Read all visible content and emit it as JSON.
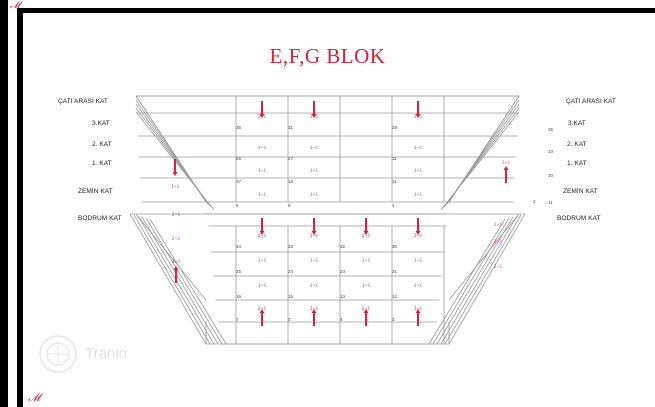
{
  "title": "E,F,G BLOK",
  "floors_left": [
    "ÇATI ARASI KAT",
    "3.KAT",
    "2. KAT",
    "1. KAT",
    "ZEMİN KAT",
    "BODRUM KAT"
  ],
  "floors_right": [
    "ÇATI ARASI KAT",
    "3.KAT",
    "2. KAT",
    "1. KAT",
    "ZEMİN KAT",
    "BODRUM KAT"
  ],
  "watermark": "Tranio",
  "colors": {
    "accent": "#d9213a",
    "unit_pink": "#b8339a",
    "line": "#9a9a9a"
  },
  "units": [
    {
      "t": "2+1",
      "n": "35"
    },
    {
      "t": "2+1",
      "n": "31"
    },
    {
      "t": "2+1",
      "n": "28"
    },
    {
      "t": "1+1",
      "n": "26"
    },
    {
      "t": "1+1",
      "n": "27"
    },
    {
      "t": "1+1",
      "n": "11"
    },
    {
      "t": "1+1",
      "n": "17"
    },
    {
      "t": "1+1",
      "n": "18"
    },
    {
      "t": "1+1",
      "n": "11"
    },
    {
      "t": "1+1",
      "n": "8"
    },
    {
      "t": "1+1",
      "n": "9"
    },
    {
      "t": "1+1",
      "n": "1"
    },
    {
      "t": "3+1",
      "n": ""
    },
    {
      "t": "3+1",
      "n": ""
    },
    {
      "t": "2+1",
      "n": ""
    },
    {
      "t": "2+1",
      "n": ""
    },
    {
      "t": "4+1",
      "n": ""
    },
    {
      "t": "2+1",
      "n": ""
    },
    {
      "t": "2+1",
      "n": ""
    },
    {
      "t": "2+1",
      "n": ""
    },
    {
      "t": "2+1",
      "n": "34"
    },
    {
      "t": "2+1",
      "n": "33"
    },
    {
      "t": "2+1",
      "n": "32"
    },
    {
      "t": "2+1",
      "n": "30"
    },
    {
      "t": "1+1",
      "n": "25"
    },
    {
      "t": "1+1",
      "n": "24"
    },
    {
      "t": "1+1",
      "n": "23"
    },
    {
      "t": "1+1",
      "n": "21"
    },
    {
      "t": "1+1",
      "n": "16"
    },
    {
      "t": "1+1",
      "n": "15"
    },
    {
      "t": "1+1",
      "n": "13"
    },
    {
      "t": "1+1",
      "n": "12"
    },
    {
      "t": "2+1",
      "n": "7"
    },
    {
      "t": "2+1",
      "n": "0"
    },
    {
      "t": "2+1",
      "n": "4"
    },
    {
      "t": "2+1",
      "n": "3"
    }
  ],
  "edge_numbers": [
    "25",
    "23",
    "20",
    "11",
    "2"
  ]
}
